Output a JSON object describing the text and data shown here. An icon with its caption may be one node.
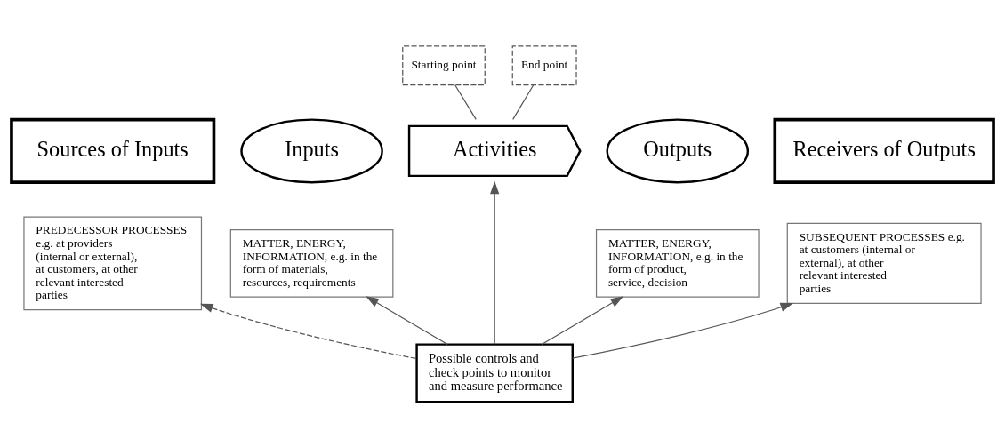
{
  "diagram": {
    "nodes": [
      {
        "text": [
          "Starting point"
        ]
      },
      {
        "text": [
          "End point"
        ]
      },
      {
        "text": [
          "Sources of Inputs"
        ]
      },
      {
        "text": [
          "Inputs"
        ]
      },
      {
        "text": [
          "Activities"
        ]
      },
      {
        "text": [
          "Outputs"
        ]
      },
      {
        "text": [
          "Receivers of Outputs"
        ]
      },
      {
        "text": [
          "PREDECESSOR PROCESSES e.g. at providers (internal or external), at customers, at other relevant interested parties"
        ]
      },
      {
        "text": [
          "MATTER, ENERGY, INFORMATION, e.g. in the form of materials, resources, requirements"
        ]
      },
      {
        "text": [
          "MATTER, ENERGY, INFORMATION, e.g. in the form of product, service, decision"
        ]
      },
      {
        "text": [
          "SUBSEQUENT PROCESSES e.g. at customers (internal or external), at other relevant interested parties"
        ]
      },
      {
        "text": [
          "Possible controls and check points to monitor and measure performance"
        ]
      }
    ],
    "edges": [
      {
        "from": 0,
        "to": 4,
        "arrow": "none"
      },
      {
        "from": 1,
        "to": 4,
        "arrow": "none"
      },
      {
        "from": 11,
        "to": 7,
        "arrow": "to",
        "style": "dashed"
      },
      {
        "from": 11,
        "to": 8,
        "arrow": "to"
      },
      {
        "from": 11,
        "to": 4,
        "arrow": "to"
      },
      {
        "from": 11,
        "to": 9,
        "arrow": "to"
      },
      {
        "from": 11,
        "to": 10,
        "arrow": "to"
      }
    ]
  }
}
